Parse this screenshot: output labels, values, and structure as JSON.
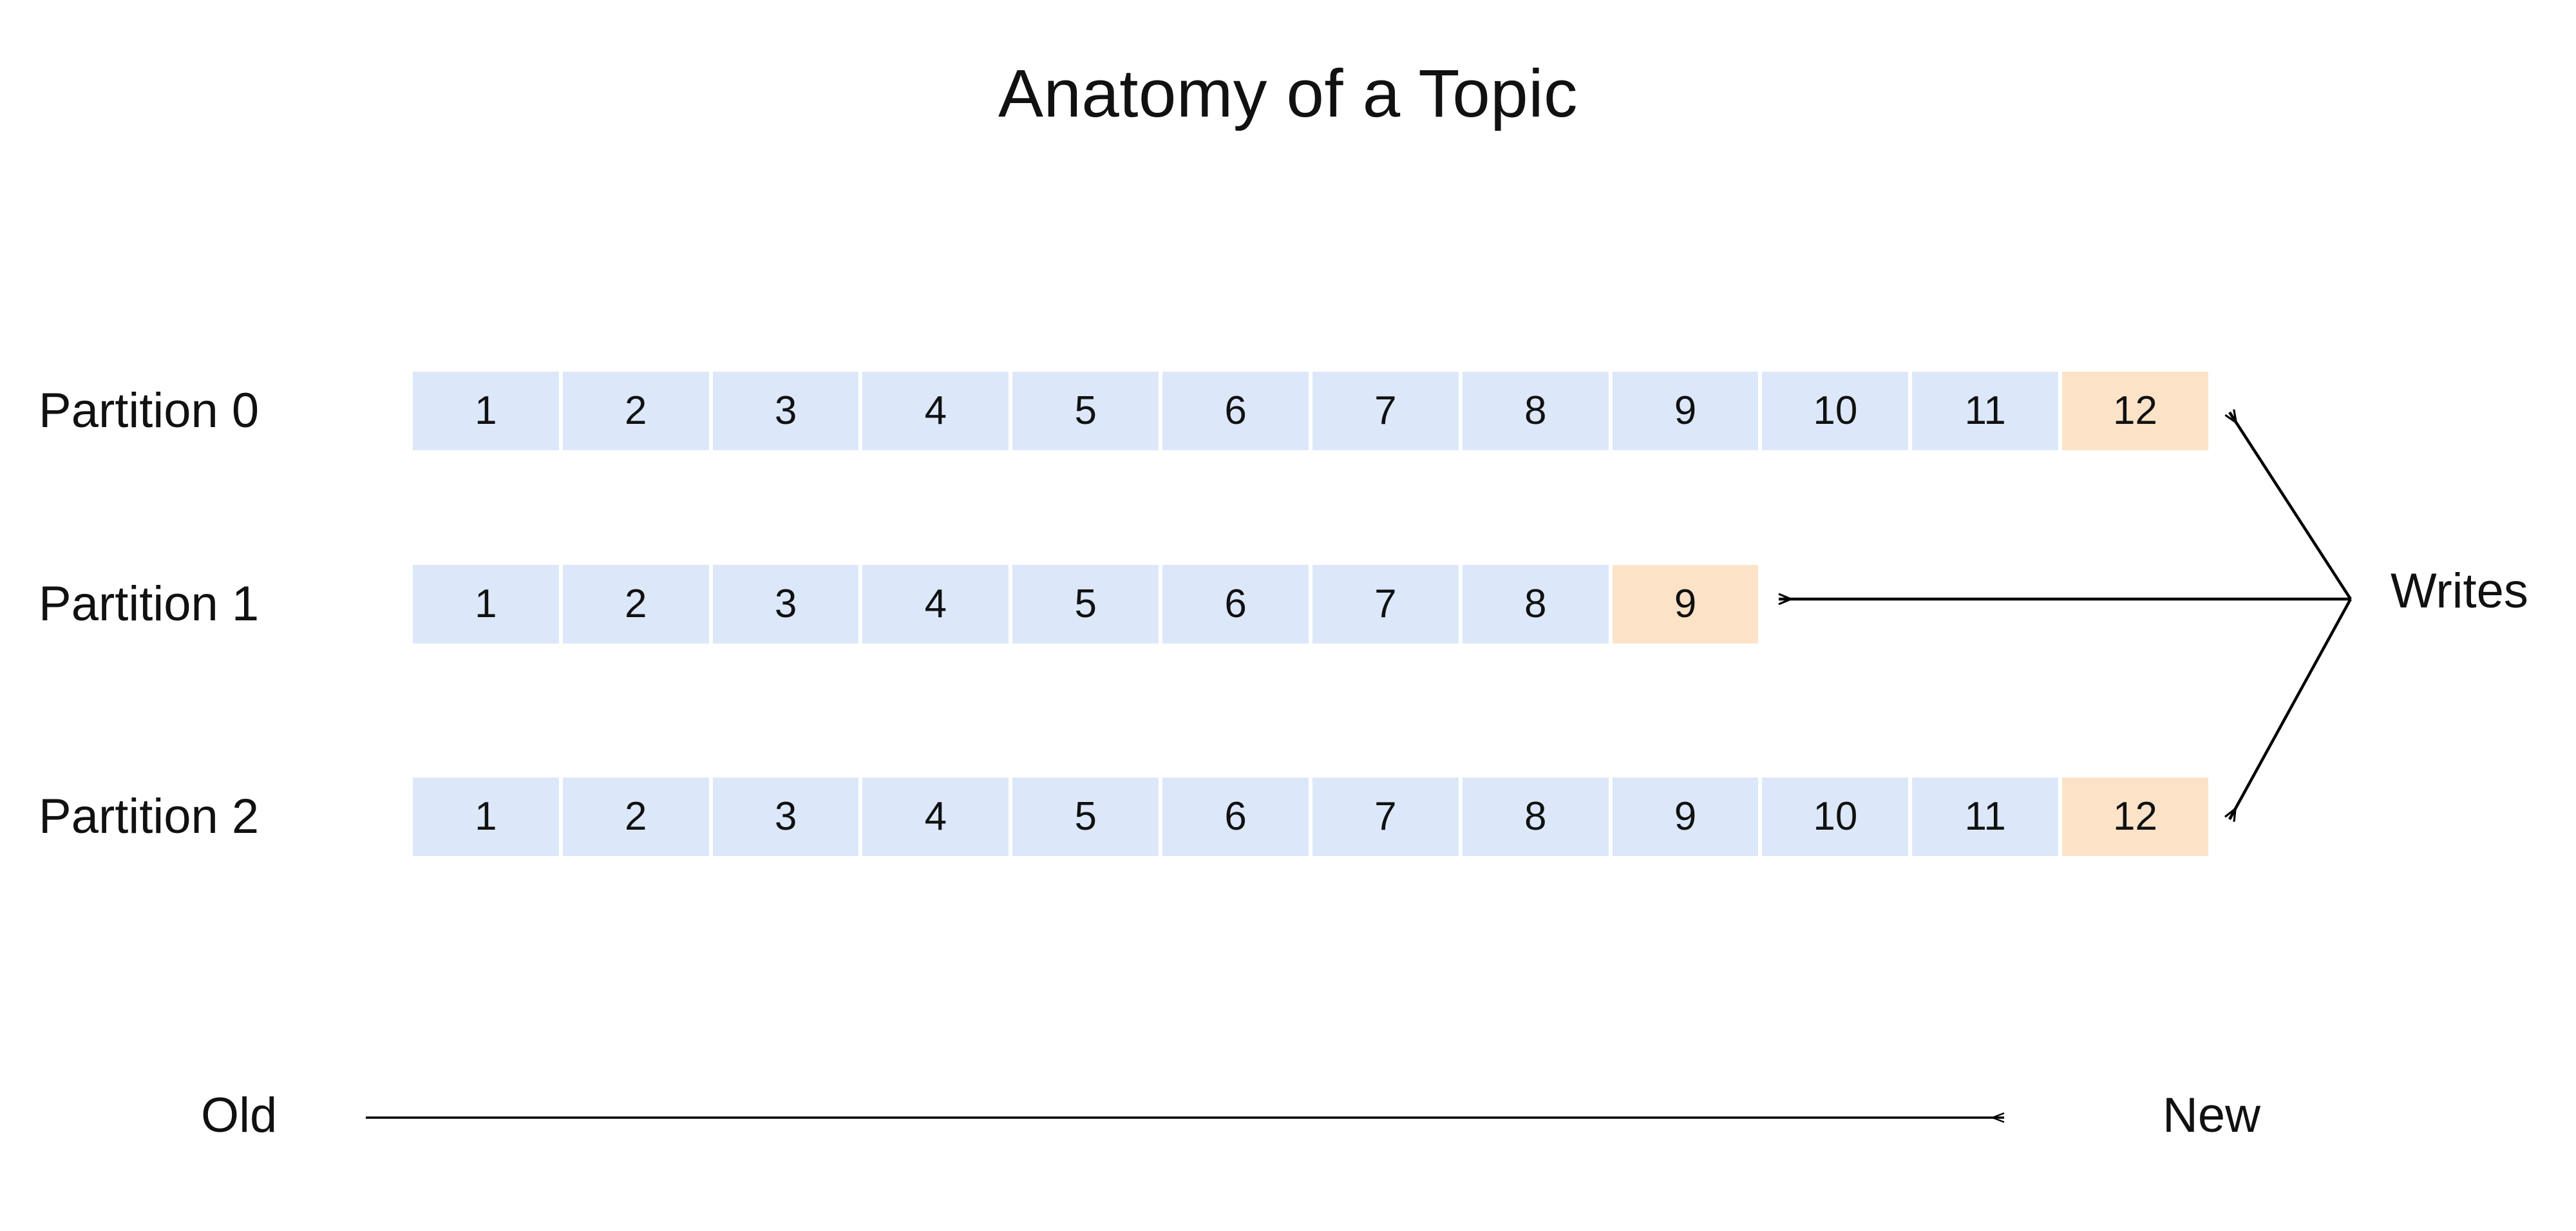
{
  "title": "Anatomy of a Topic",
  "colors": {
    "background": "#ffffff",
    "segment_normal": "#dce8fa",
    "segment_highlight": "#fce3c8",
    "text": "#111111",
    "arrow": "#000000"
  },
  "partitions": [
    {
      "label": "Partition 0",
      "offsets": [
        "1",
        "2",
        "3",
        "4",
        "5",
        "6",
        "7",
        "8",
        "9",
        "10",
        "11",
        "12"
      ],
      "highlighted_index": 11
    },
    {
      "label": "Partition 1",
      "offsets": [
        "1",
        "2",
        "3",
        "4",
        "5",
        "6",
        "7",
        "8",
        "9"
      ],
      "highlighted_index": 8
    },
    {
      "label": "Partition 2",
      "offsets": [
        "1",
        "2",
        "3",
        "4",
        "5",
        "6",
        "7",
        "8",
        "9",
        "10",
        "11",
        "12"
      ],
      "highlighted_index": 11
    }
  ],
  "writes": {
    "label": "Writes"
  },
  "time_axis": {
    "start_label": "Old",
    "end_label": "New"
  }
}
